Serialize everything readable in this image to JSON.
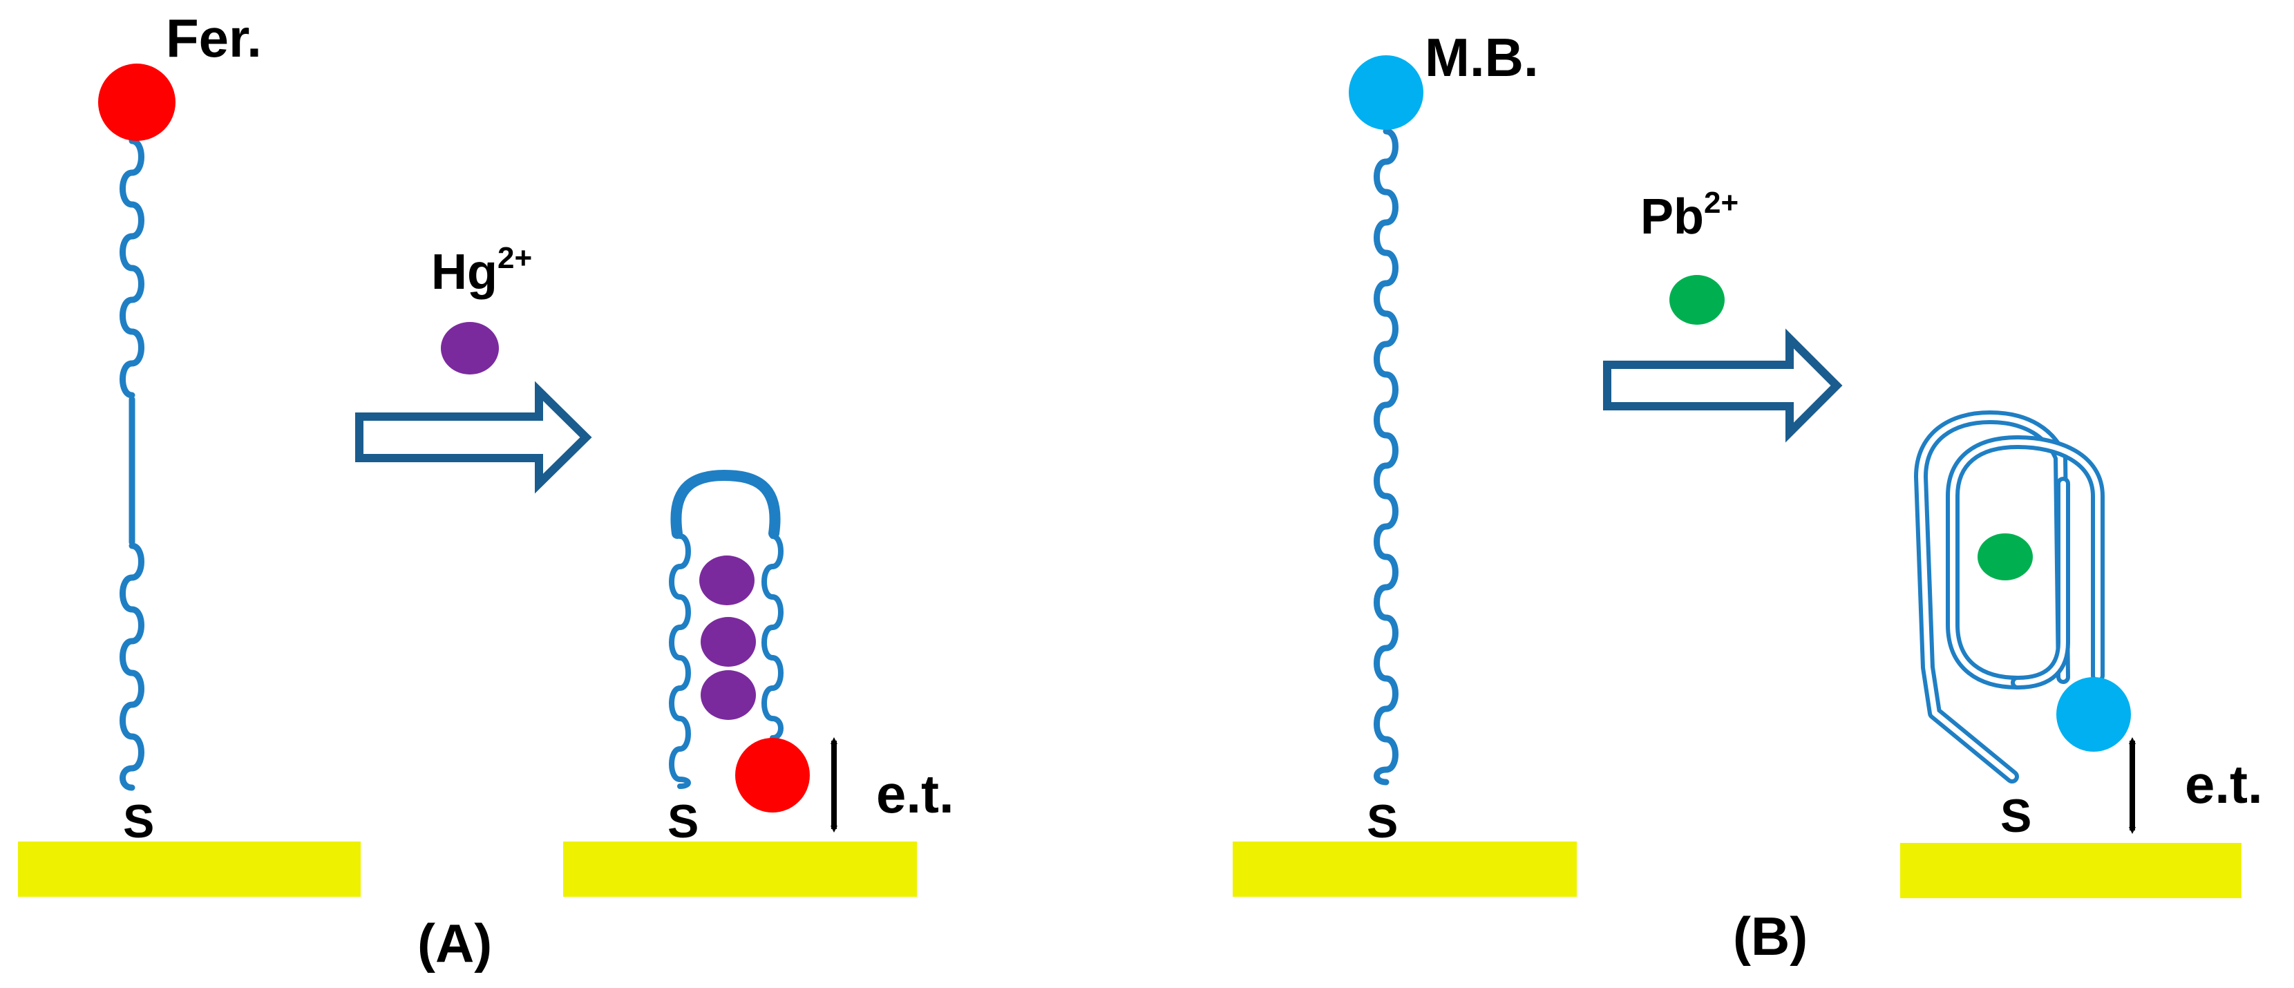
{
  "colors": {
    "electrode": "#EEF200",
    "strand": "#1F7FC4",
    "arrow": "#1A5C8E",
    "ferrocene": "#FF0000",
    "methylene_blue": "#00B0F0",
    "mercury": "#7B2A9E",
    "lead": "#00B050"
  },
  "panel_a": {
    "label": "(A)",
    "ferrocene_label": "Fer.",
    "ion_base": "Hg",
    "ion_charge": "2+",
    "sulfur_left": "S",
    "sulfur_right": "S",
    "electron_transfer": "e.t."
  },
  "panel_b": {
    "label": "(B)",
    "methylene_blue_label": "M.B.",
    "ion_base": "Pb",
    "ion_charge": "2+",
    "sulfur_left": "S",
    "sulfur_right": "S",
    "electron_transfer": "e.t."
  }
}
